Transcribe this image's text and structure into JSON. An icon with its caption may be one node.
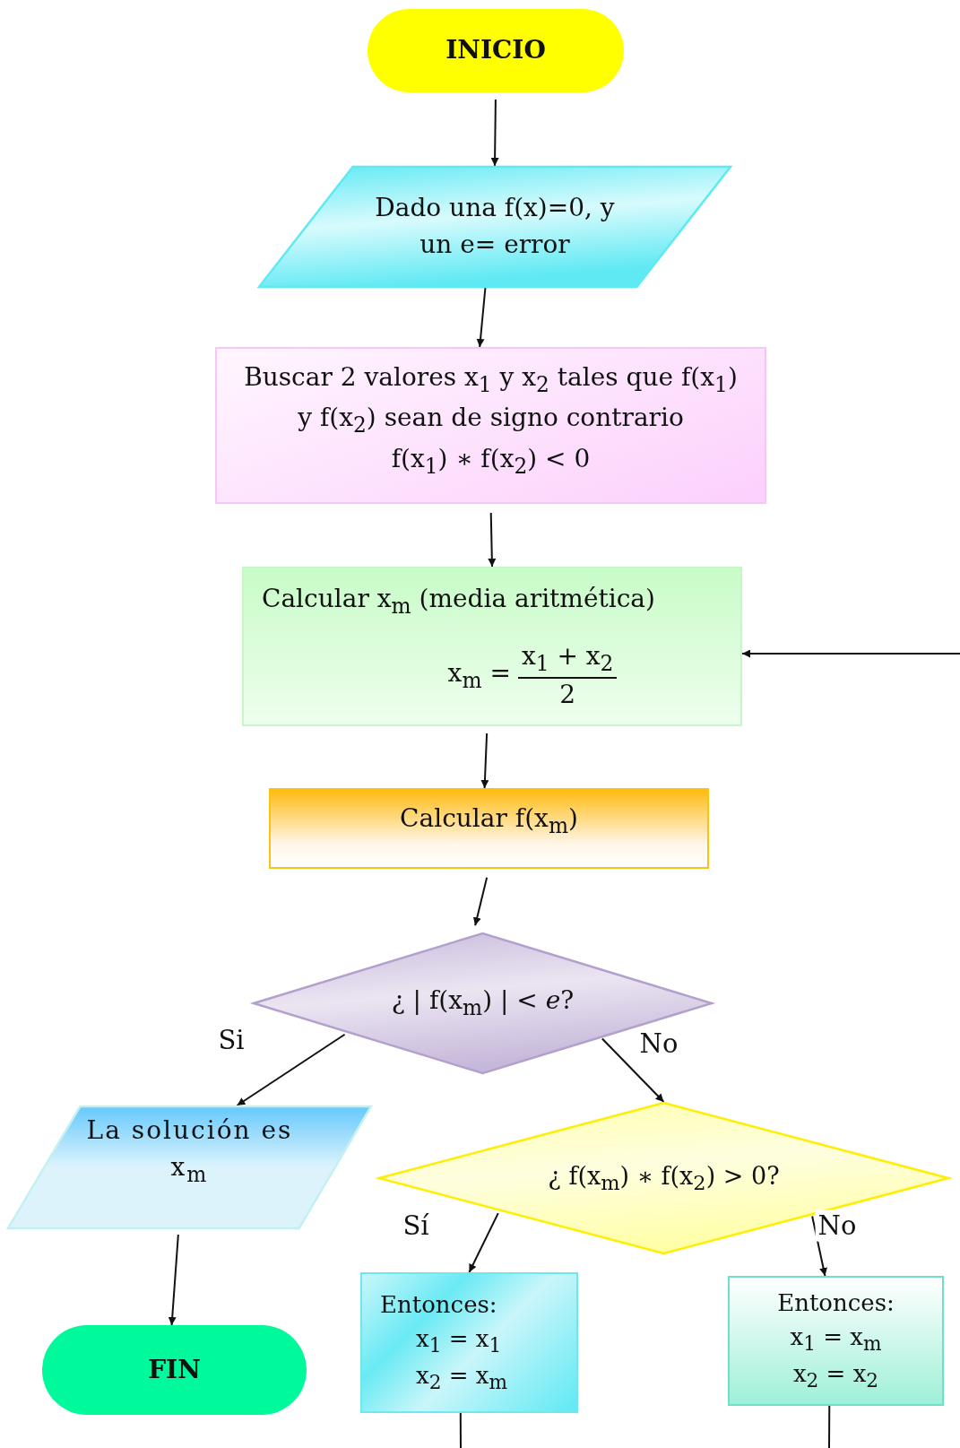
{
  "diagram": {
    "nodes": [
      {
        "text": [
          "INICIO"
        ]
      },
      {
        "text": [
          "Dado una f(x)=0, y un e= error"
        ]
      },
      {
        "text": [
          "Buscar 2 valores x$_{1}$ y x$_{2}$ tales que f(x$_{1}$) y f(x$_{2}$) sean de signo contrario",
          "f(x$_{1}$) ∗ f(x$_{2}$) < 0"
        ]
      },
      {
        "text": [
          "Calcular x$_{m}$ (media aritmética)",
          "x$_{m}$ =",
          "x$_{1}$ + x$_{2}$",
          "2"
        ]
      },
      {
        "text": [
          "Calcular f(x$_{m}$)"
        ]
      },
      {
        "text": [
          "¿ | f(x$_{m}$) | < *e*?"
        ]
      },
      {
        "text": [
          "La solución es x$_{m}$"
        ]
      },
      {
        "text": [
          "FIN"
        ]
      },
      {
        "text": [
          "¿ f(x$_{m}$) ∗ f(x$_{2}$) > 0?"
        ]
      },
      {
        "text": [
          "Entonces:",
          "x$_{1}$ = x$_{1}$",
          "x$_{2}$ = x$_{m}$"
        ]
      },
      {
        "text": [
          "Entonces:",
          "x$_{1}$ = x$_{m}$",
          "x$_{2}$ = x$_{2}$"
        ]
      }
    ],
    "edges": [
      {
        "from": 0,
        "to": 1,
        "arrow": "to"
      },
      {
        "from": 1,
        "to": 2,
        "arrow": "to"
      },
      {
        "from": 2,
        "to": 3,
        "arrow": "to"
      },
      {
        "from": 3,
        "to": 4,
        "arrow": "to"
      },
      {
        "from": 4,
        "to": 5,
        "arrow": "to"
      },
      {
        "from": 5,
        "to": 6,
        "arrow": "to",
        "label": "Si"
      },
      {
        "from": 6,
        "to": 7,
        "arrow": "to"
      },
      {
        "from": 5,
        "to": 8,
        "arrow": "to",
        "label": "No"
      },
      {
        "from": 8,
        "to": 9,
        "arrow": "to",
        "label": "Sí"
      },
      {
        "from": 8,
        "to": 10,
        "arrow": "to",
        "label": "No"
      },
      {
        "from": 9,
        "to": null,
        "arrow": "none"
      },
      {
        "from": 10,
        "to": null,
        "arrow": "none"
      },
      {
        "from": null,
        "to": 3,
        "arrow": "to"
      }
    ]
  }
}
